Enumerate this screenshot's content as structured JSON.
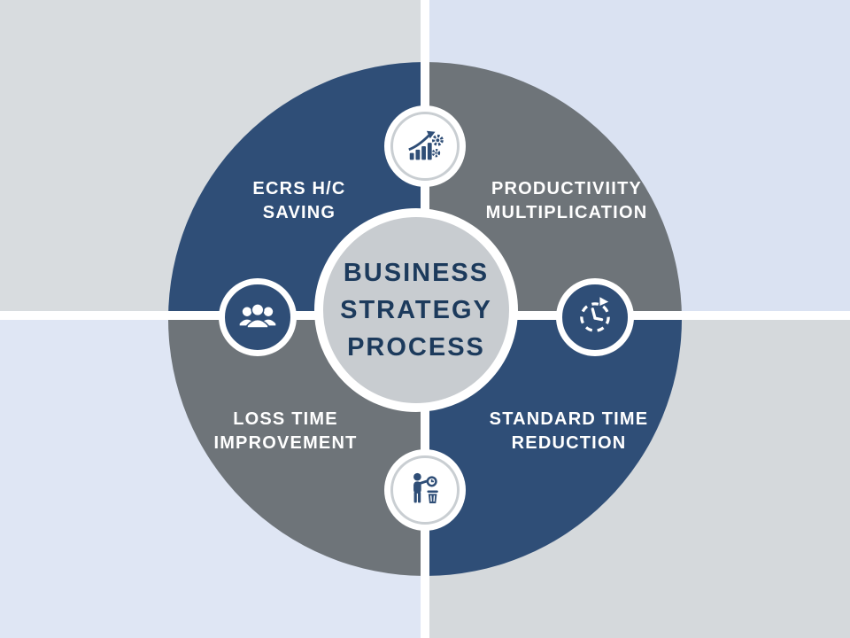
{
  "diagram": {
    "title_lines": [
      "BUSINESS",
      "STRATEGY",
      "PROCESS"
    ],
    "quadrants": {
      "top_left": {
        "label_lines": [
          "ECRS H/C",
          "SAVING"
        ],
        "color": "#2f4e77",
        "icon": "growth-chart"
      },
      "top_right": {
        "label_lines": [
          "PRODUCTIVIITY",
          "MULTIPLICATION"
        ],
        "color": "#6e7479",
        "icon": "clock"
      },
      "bottom_left": {
        "label_lines": [
          "LOSS TIME",
          "IMPROVEMENT"
        ],
        "color": "#6e7479",
        "icon": "team"
      },
      "bottom_right": {
        "label_lines": [
          "STANDARD TIME",
          "REDUCTION"
        ],
        "color": "#2f4e77",
        "icon": "waste-time"
      }
    },
    "colors": {
      "navy": "#2f4e77",
      "gray": "#6e7479",
      "center_fill": "#c8ccd0",
      "title_text": "#1c3a5c",
      "divider": "#ffffff",
      "bg_top_left": "#d8dcdf",
      "bg_top_right": "#dae2f2",
      "bg_bottom_left": "#dfe6f4",
      "bg_bottom_right": "#d5d9dc"
    }
  }
}
